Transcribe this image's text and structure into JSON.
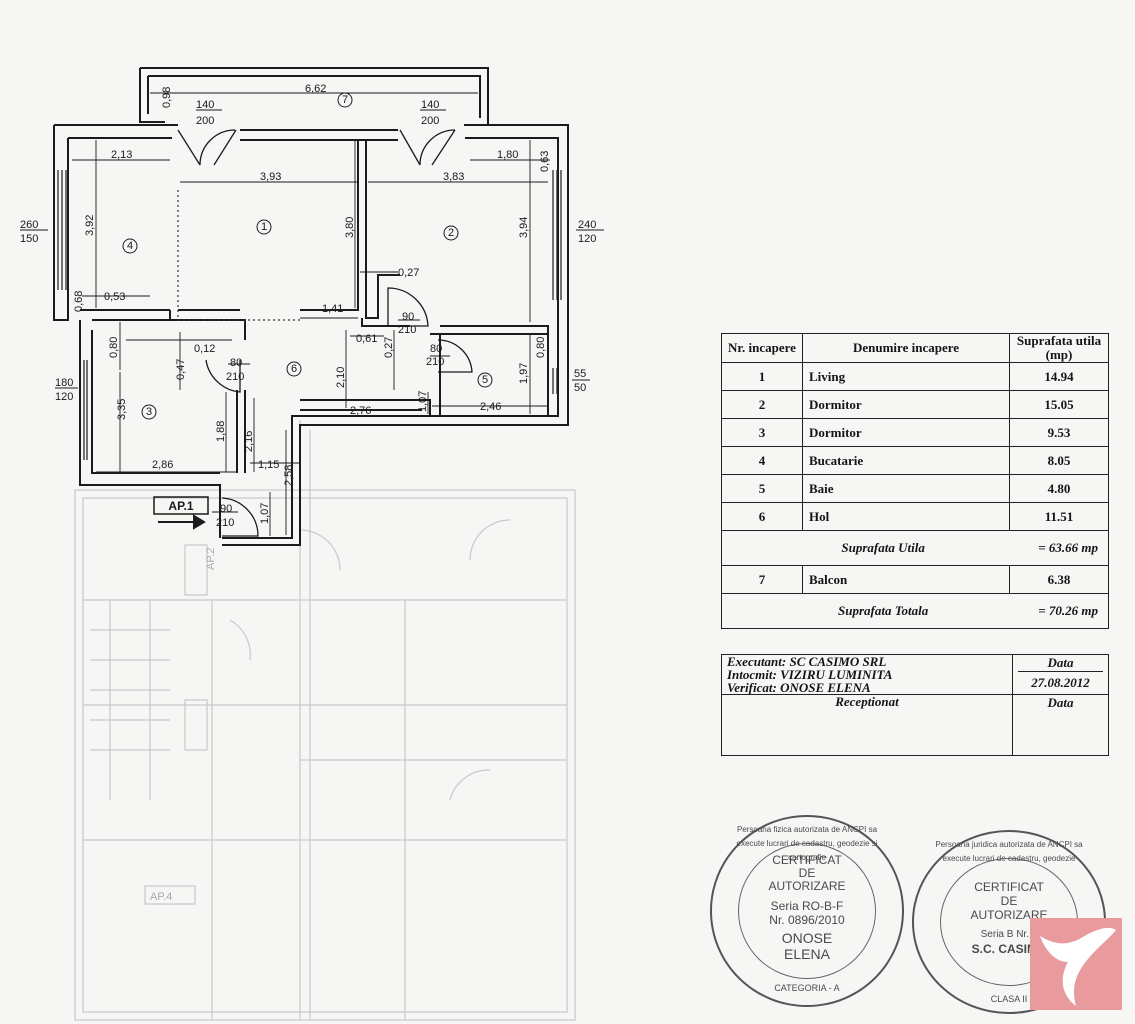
{
  "room_labels": [
    "1",
    "2",
    "3",
    "4",
    "5",
    "6",
    "7"
  ],
  "dimensions": {
    "balcony_width": "6,62",
    "balcony_depth": "0,98",
    "door_left_w": "140",
    "door_left_h": "200",
    "door_right_w": "140",
    "door_right_h": "200",
    "r4_width": "2,13",
    "r1_width": "3,93",
    "r2_width": "3,83",
    "r2_right_width": "1,80",
    "r2_right_depth": "0,63",
    "r4_height": "3,92",
    "r1_height": "3,80",
    "r2_height": "3,94",
    "win_left_w": "260",
    "win_left_h": "150",
    "win_right_w": "240",
    "win_right_h": "120",
    "d_027": "0,27",
    "d_141": "1,41",
    "d_068": "0,68",
    "d_053": "0,53",
    "d_080a": "0,80",
    "d_047": "0,47",
    "d_012": "0,12",
    "door6_w": "80",
    "door6_h": "210",
    "door2_w": "90",
    "door2_h": "210",
    "d_061": "0,61",
    "d_027b": "0,27",
    "door5_w": "80",
    "door5_h": "210",
    "d_080b": "0,80",
    "d_197": "1,97",
    "d_210": "2,10",
    "win5_w": "55",
    "win5_h": "50",
    "win3_w": "180",
    "win3_h": "120",
    "d_335": "3,35",
    "d_276": "2,76",
    "d_107": "1,07",
    "d_246": "2,46",
    "d_188": "1,88",
    "d_216": "2,16",
    "d_115": "1,15",
    "d_286": "2,86",
    "d_258": "2,58",
    "entry_w": "90",
    "entry_h": "210",
    "d_107b": "1,07"
  },
  "apartment_label": "AP.1",
  "ghost_labels": [
    "AP.2",
    "AP.4"
  ],
  "table": {
    "headers": {
      "nr": "Nr. incapere",
      "name": "Denumire incapere",
      "area": "Suprafata utila (mp)"
    },
    "rows": [
      {
        "nr": "1",
        "name": "Living",
        "area": "14.94"
      },
      {
        "nr": "2",
        "name": "Dormitor",
        "area": "15.05"
      },
      {
        "nr": "3",
        "name": "Dormitor",
        "area": "9.53"
      },
      {
        "nr": "4",
        "name": "Bucatarie",
        "area": "8.05"
      },
      {
        "nr": "5",
        "name": "Baie",
        "area": "4.80"
      },
      {
        "nr": "6",
        "name": "Hol",
        "area": "11.51"
      }
    ],
    "useful_label": "Suprafata Utila",
    "useful_value": "= 63.66 mp",
    "balcony": {
      "nr": "7",
      "name": "Balcon",
      "area": "6.38"
    },
    "total_label": "Suprafata Totala",
    "total_value": "= 70.26 mp"
  },
  "signatures": {
    "executant": "Executant: SC CASIMO SRL",
    "intocmit": "Intocmit: VIZIRU LUMINITA",
    "verificat": "Verificat: ONOSE ELENA",
    "date_label": "Data",
    "date_value": "27.08.2012",
    "receptionat": "Receptionat",
    "date_label2": "Data"
  },
  "stamp1": {
    "ring": "Persoana fizica autorizata de ANCPI sa execute lucrari de cadastru, geodezie si cartografie",
    "l1": "CERTIFICAT",
    "l2": "DE",
    "l3": "AUTORIZARE",
    "l4": "Seria RO-B-F",
    "l5": "Nr. 0896/2010",
    "l6": "ONOSE",
    "l7": "ELENA",
    "l8": "CATEGORIA - A"
  },
  "stamp2": {
    "ring": "Persoana juridica autorizata de ANCPI sa execute lucrari de cadastru, geodezie",
    "l1": "CERTIFICAT",
    "l2": "DE",
    "l3": "AUTORIZARE",
    "l4": "Seria B Nr. 9",
    "l5": "S.C. CASIMO",
    "l8": "CLASA II"
  },
  "colors": {
    "logo": "#e89a9d",
    "ink": "#151515",
    "ghost": "#c9c9c9"
  }
}
